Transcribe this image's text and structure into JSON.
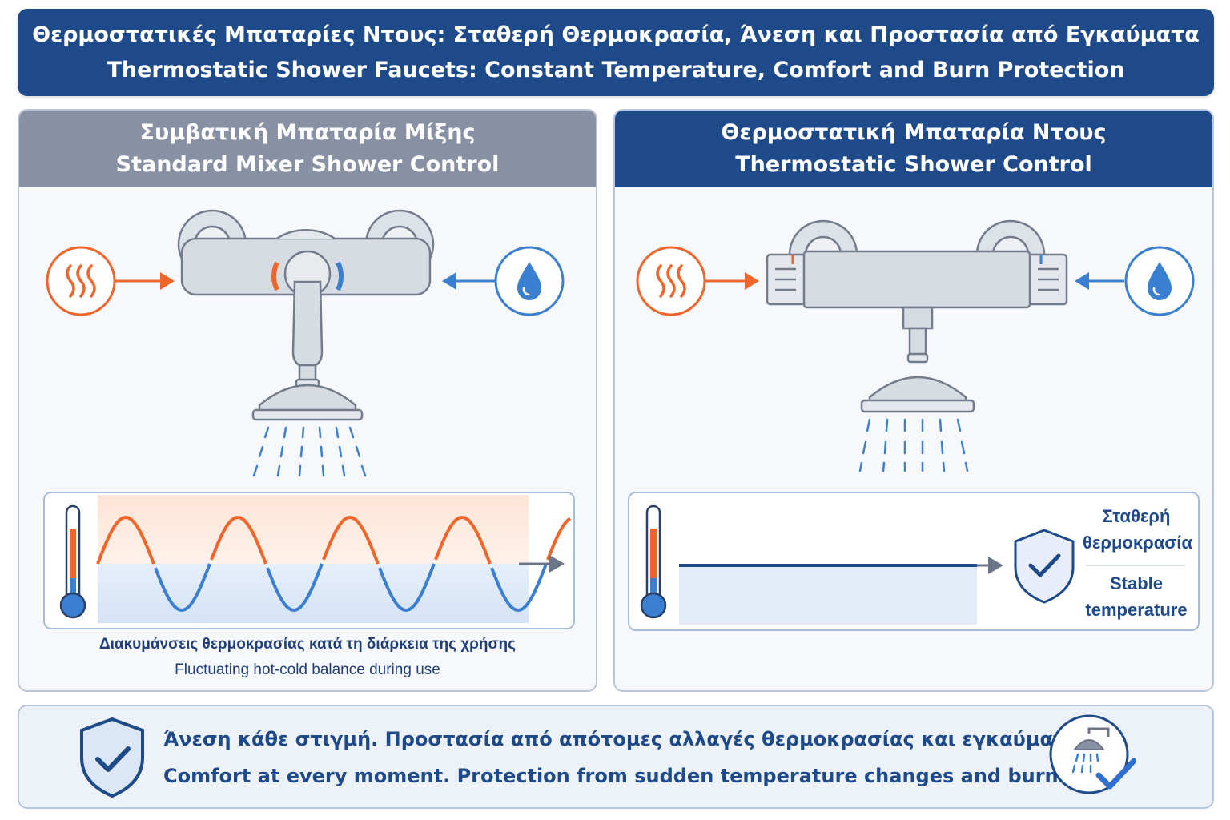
{
  "header": {
    "title_greek": "Θερμοστατικές Μπαταρίες Ντους: Σταθερή Θερμοκρασία, Άνεση και Προστασία από Εγκαύματα",
    "title_english": "Thermostatic Shower Faucets: Constant Temperature, Comfort and Burn Protection"
  },
  "left_panel": {
    "title_greek": "Συμβατική Μπαταρία Μίξης",
    "title_english": "Standard Mixer Shower Control",
    "caption_greek": "Διακυμάνσεις θερμοκρασίας κατά τη διάρκεια της χρήσης",
    "caption_english": "Fluctuating hot-cold balance during use"
  },
  "right_panel": {
    "title_greek": "Θερμοστατική Μπαταρία Ντους",
    "title_english": "Thermostatic Shower Control",
    "stable_greek_line1": "Σταθερή",
    "stable_greek_line2": "θερμοκρασία",
    "stable_english_line1": "Stable",
    "stable_english_line2": "temperature"
  },
  "footer": {
    "text_greek": "Άνεση κάθε στιγμή. Προστασία από απότομες αλλαγές θερμοκρασίας και εγκαύματα.",
    "text_english": "Comfort at every moment. Protection from sudden temperature changes and burns."
  },
  "colors": {
    "hot": "#f0652a",
    "cold": "#3a7fd0",
    "navy": "#1f4a8a",
    "neutral_header": "#8791a3"
  },
  "icons": [
    "heat-icon",
    "water-drop-icon",
    "thermometer-icon",
    "shield-check-icon",
    "shower-check-icon",
    "arrow-right-icon",
    "arrow-left-icon"
  ]
}
